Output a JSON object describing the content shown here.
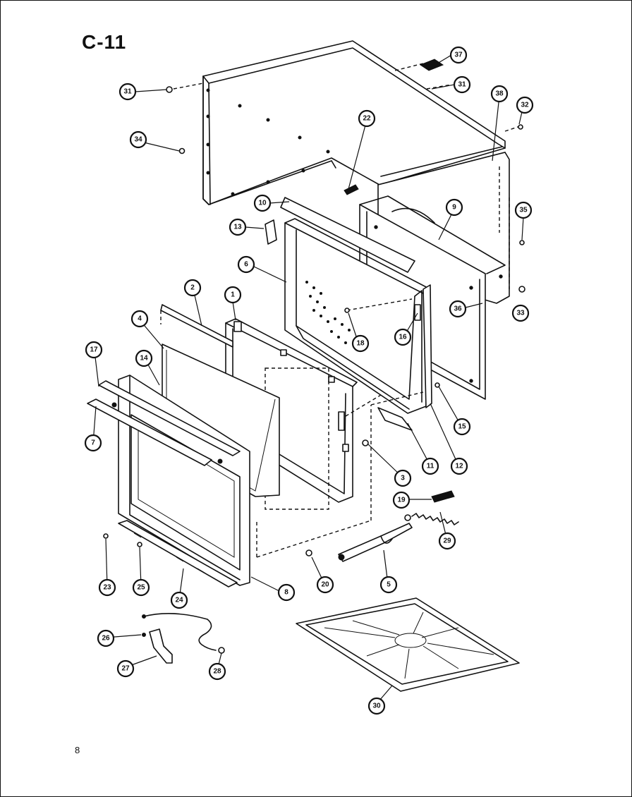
{
  "diagram": {
    "title": "C-11",
    "page_number": "8",
    "callouts": [
      "37",
      "31",
      "31",
      "38",
      "32",
      "34",
      "22",
      "10",
      "9",
      "35",
      "13",
      "6",
      "36",
      "33",
      "2",
      "1",
      "18",
      "16",
      "4",
      "17",
      "14",
      "15",
      "3",
      "7",
      "11",
      "12",
      "19",
      "29",
      "20",
      "5",
      "23",
      "25",
      "24",
      "8",
      "26",
      "27",
      "28",
      "30"
    ]
  }
}
